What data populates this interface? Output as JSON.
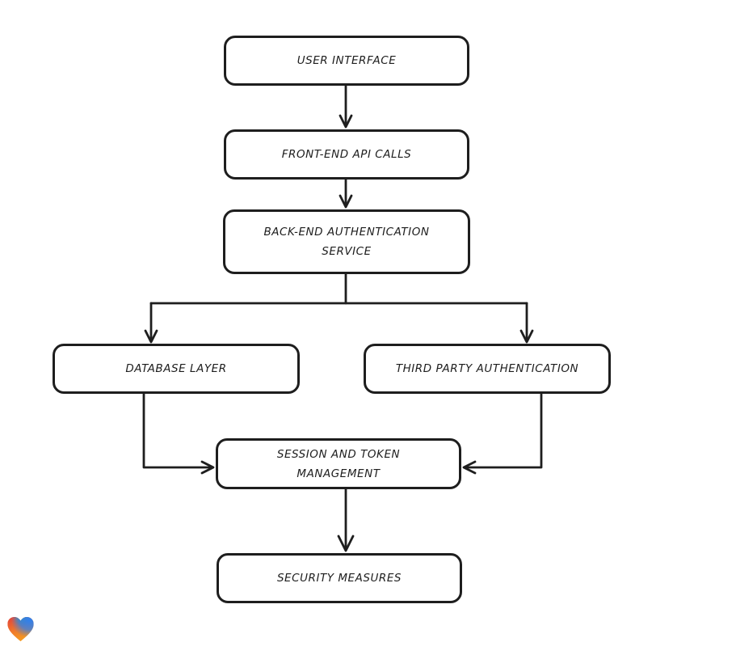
{
  "canvas": {
    "background": "#ffffff"
  },
  "diagram": {
    "style": {
      "stroke_color": "#1e1e1e",
      "node_fill": "#ffffff"
    },
    "nodes": [
      {
        "id": "user-interface",
        "label": "USER INTERFACE"
      },
      {
        "id": "front-end-api-calls",
        "label": "FRONT-END API CALLS"
      },
      {
        "id": "back-end-authentication-service",
        "label": "BACK-END AUTHENTICATION SERVICE"
      },
      {
        "id": "database-layer",
        "label": "DATABASE LAYER"
      },
      {
        "id": "third-party-authentication",
        "label": "THIRD PARTY AUTHENTICATION"
      },
      {
        "id": "session-and-token-management",
        "label": "SESSION AND TOKEN MANAGEMENT"
      },
      {
        "id": "security-measures",
        "label": "SECURITY MEASURES"
      }
    ],
    "edges": [
      {
        "from": "user-interface",
        "to": "front-end-api-calls"
      },
      {
        "from": "front-end-api-calls",
        "to": "back-end-authentication-service"
      },
      {
        "from": "back-end-authentication-service",
        "to": "database-layer"
      },
      {
        "from": "back-end-authentication-service",
        "to": "third-party-authentication"
      },
      {
        "from": "database-layer",
        "to": "session-and-token-management"
      },
      {
        "from": "third-party-authentication",
        "to": "session-and-token-management"
      },
      {
        "from": "session-and-token-management",
        "to": "security-measures"
      }
    ]
  },
  "logo": {
    "name": "heart-logo",
    "colors": {
      "red": "#e23b3b",
      "blue": "#2f80ed",
      "teal": "#27b07e",
      "orange": "#f6a21e"
    }
  }
}
